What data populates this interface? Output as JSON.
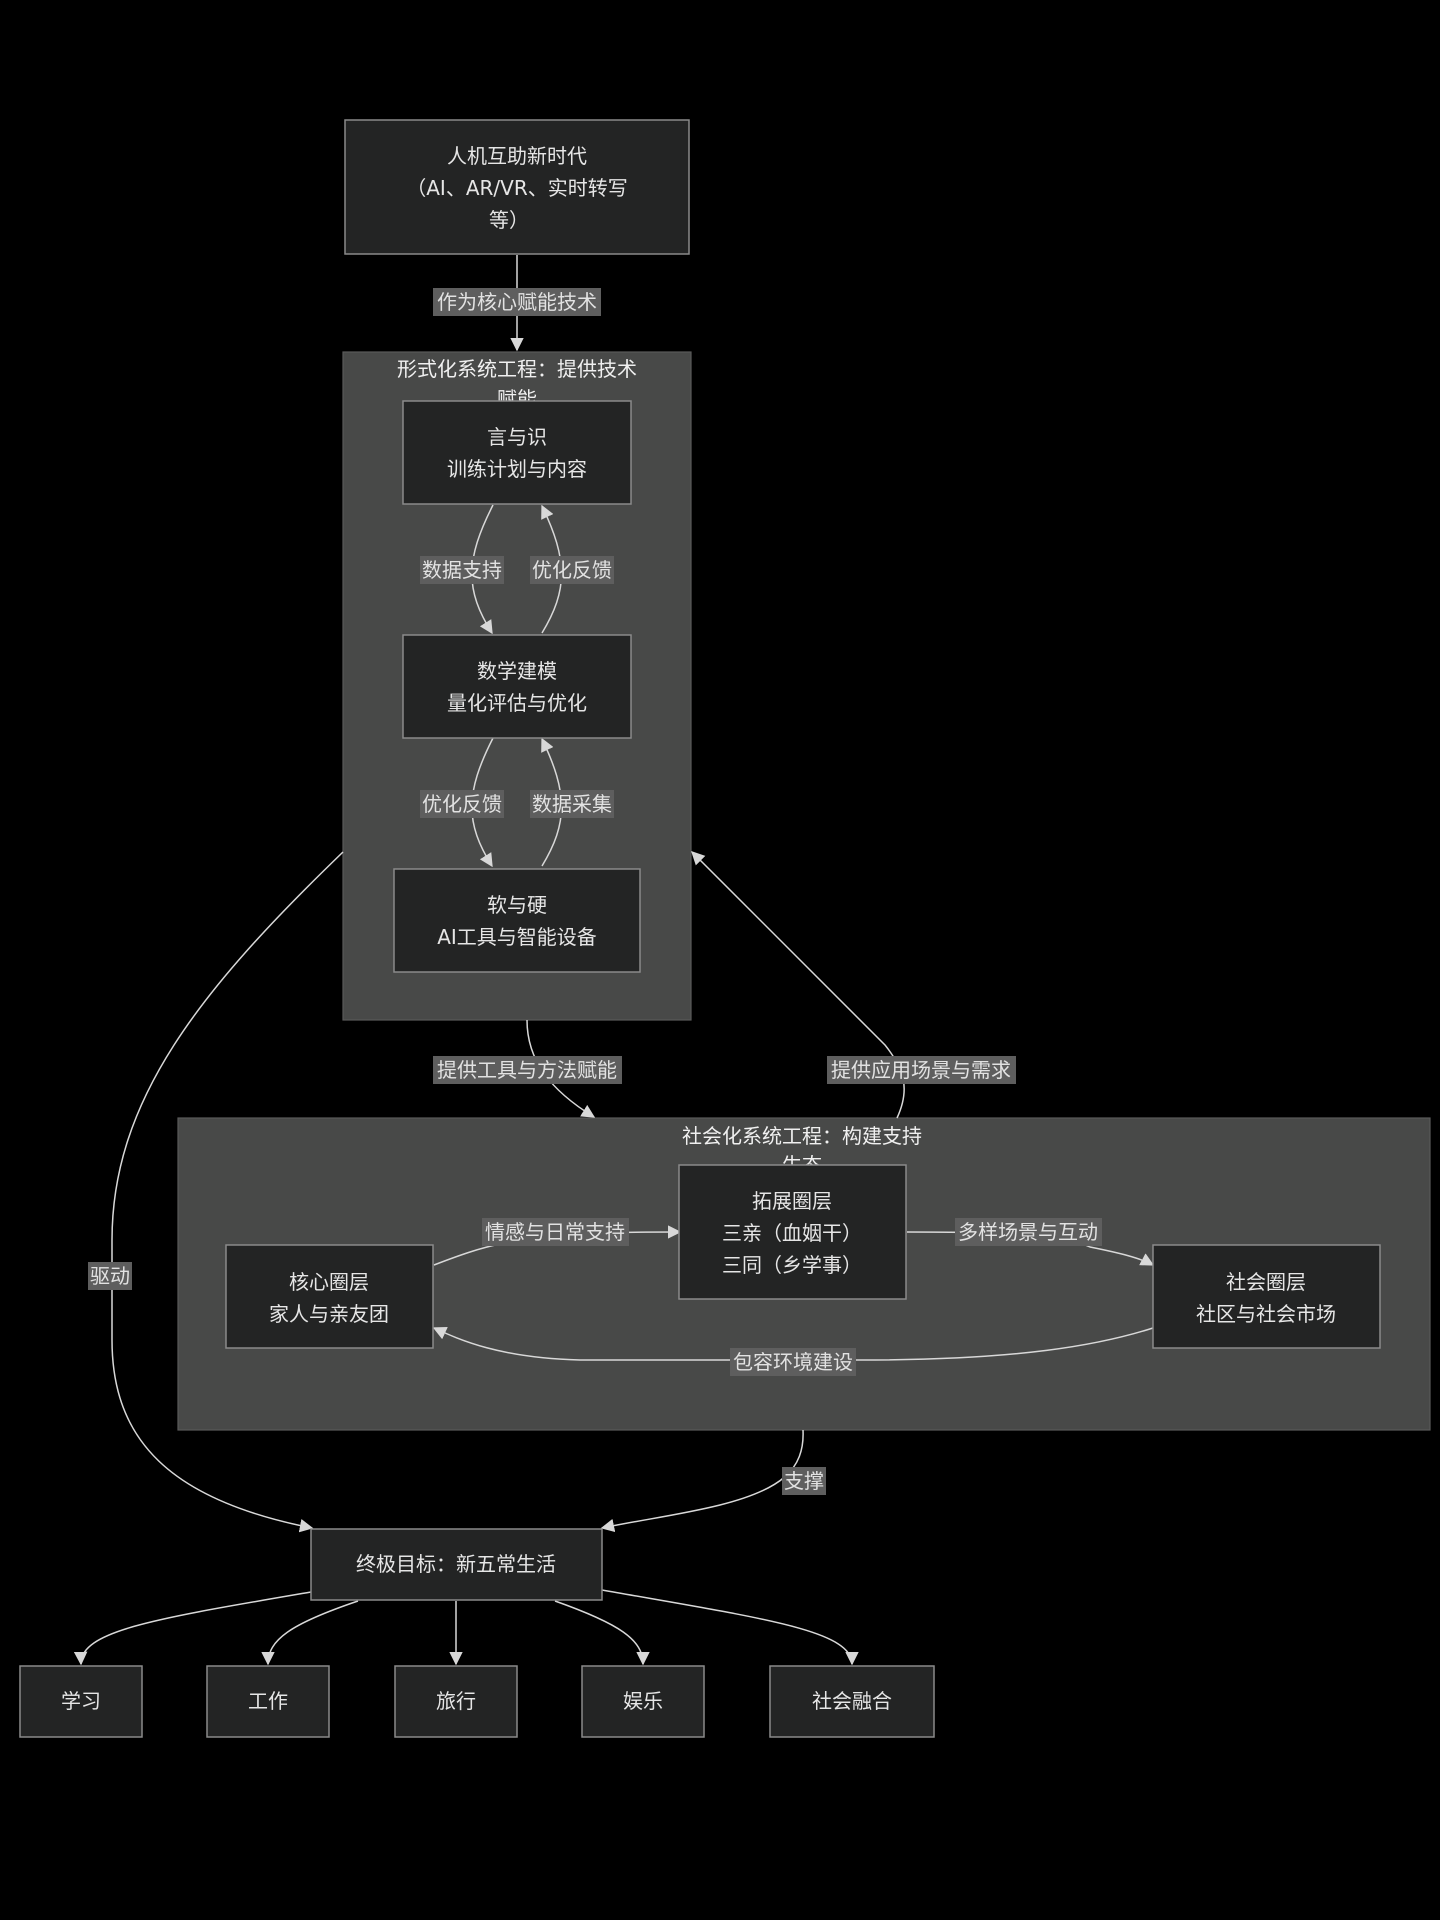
{
  "nodes": {
    "top": {
      "lines": [
        "人机互助新时代",
        "（AI、AR/VR、实时转写",
        "等）"
      ]
    },
    "yan": {
      "lines": [
        "言与识",
        "训练计划与内容"
      ]
    },
    "math": {
      "lines": [
        "数学建模",
        "量化评估与优化"
      ]
    },
    "soft": {
      "lines": [
        "软与硬",
        "AI工具与智能设备"
      ]
    },
    "core": {
      "lines": [
        "核心圈层",
        "家人与亲友团"
      ]
    },
    "ext": {
      "lines": [
        "拓展圈层",
        "三亲（血姻干）",
        "三同（乡学事）"
      ]
    },
    "soc": {
      "lines": [
        "社会圈层",
        "社区与社会市场"
      ]
    },
    "goal": {
      "lines": [
        "终极目标：新五常生活"
      ]
    },
    "study": {
      "lines": [
        "学习"
      ]
    },
    "work": {
      "lines": [
        "工作"
      ]
    },
    "travel": {
      "lines": [
        "旅行"
      ]
    },
    "fun": {
      "lines": [
        "娱乐"
      ]
    },
    "social": {
      "lines": [
        "社会融合"
      ]
    }
  },
  "clusters": {
    "formal": {
      "lines": [
        "形式化系统工程：提供技术",
        "赋能"
      ]
    },
    "social": {
      "lines": [
        "社会化系统工程：构建支持",
        "生态"
      ]
    }
  },
  "edges": {
    "e1": "作为核心赋能技术",
    "e2": "数据支持",
    "e3": "优化反馈",
    "e4": "优化反馈",
    "e5": "数据采集",
    "e6": "提供工具与方法赋能",
    "e7": "提供应用场景与需求",
    "e8": "驱动",
    "e9": "情感与日常支持",
    "e10": "多样场景与互动",
    "e11": "包容环境建设",
    "e12": "支撑"
  }
}
